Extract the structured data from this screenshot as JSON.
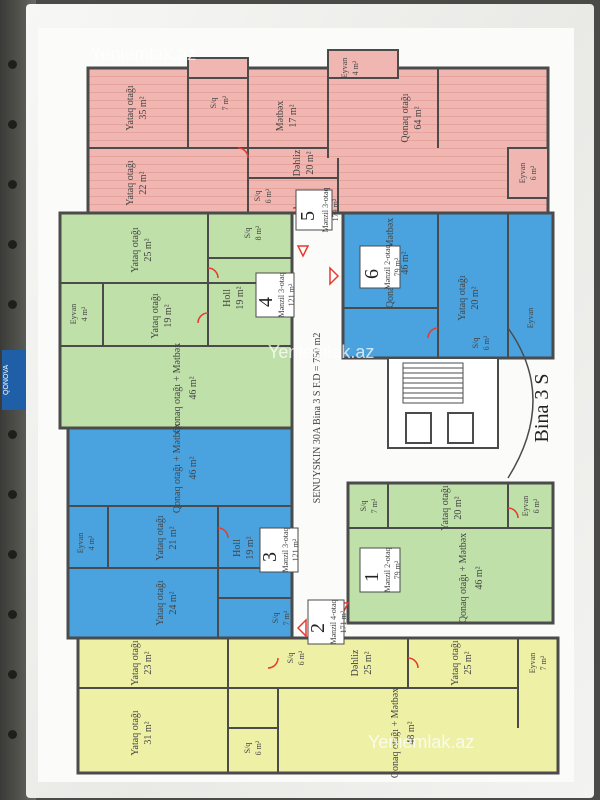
{
  "watermark": "Yeniemlak.az",
  "binder_tag": "QONOVA",
  "colors": {
    "pink": "#f0b7b2",
    "green": "#bfe0a8",
    "blue": "#4aa3df",
    "yellow": "#eef0a6",
    "wall": "#4b4b4b",
    "door": "#e53b2f"
  },
  "building": {
    "title": "Bina 3 S",
    "center_note": "SENUYSKIN 30A Bina 3 S F.D = 750 m2"
  },
  "apartments": {
    "a1": {
      "num": "1",
      "tag": "Mənzil 2-otaq",
      "area": "79 m²"
    },
    "a2": {
      "num": "2",
      "tag": "Mənzil 4-otaq",
      "area": "171 m²"
    },
    "a3": {
      "num": "3",
      "tag": "Mənzil 3-otaq",
      "area": "121 m²"
    },
    "a4": {
      "num": "4",
      "tag": "Mənzil 3-otaq",
      "area": "121 m²"
    },
    "a5": {
      "num": "5",
      "tag": "Mənzil 3-otaq",
      "area": "179 m²"
    },
    "a6": {
      "num": "6",
      "tag": "Mənzil 2-otaq",
      "area": "79 m²"
    }
  },
  "rooms": {
    "p_eyvan": {
      "name": "Eyvan",
      "area": "4 m²"
    },
    "p_sq": {
      "name": "S/q",
      "area": "7 m²"
    },
    "p_yataq35": {
      "name": "Yataq otağı",
      "area": "35 m²"
    },
    "p_metbex": {
      "name": "Mətbəx",
      "area": "17 m²"
    },
    "p_qonaq": {
      "name": "Qonaq otağı",
      "area": "64 m²"
    },
    "p_dehliz": {
      "name": "Dəhliz",
      "area": "20 m²"
    },
    "p_yataq22": {
      "name": "Yataq otağı",
      "area": "22 m²"
    },
    "p_sq6": {
      "name": "S/q",
      "area": "6 m²"
    },
    "p_eyvan6": {
      "name": "Eyvan",
      "area": "6 m²"
    },
    "g4_yataq25": {
      "name": "Yataq otağı",
      "area": "25 m²"
    },
    "g4_sq": {
      "name": "S/q",
      "area": "8 m²"
    },
    "g4_eyvan": {
      "name": "Eyvan",
      "area": "4 m²"
    },
    "g4_yataq19": {
      "name": "Yataq otağı",
      "area": "19 m²"
    },
    "g4_holl": {
      "name": "Holl",
      "area": "19 m²"
    },
    "g4_qonaq": {
      "name": "Qonaq otağı + Mətbəx",
      "area": "46 m²"
    },
    "b6_qonaq": {
      "name": "Qonaq otağı + Mətbəx",
      "area": "46 m²"
    },
    "b6_yataq": {
      "name": "Yataq otağı",
      "area": "20 m²"
    },
    "b6_sq": {
      "name": "S/q",
      "area": "6 m²"
    },
    "b6_eyvan": {
      "name": "Eyvan",
      "area": ""
    },
    "b3_qonaq": {
      "name": "Qonaq otağı + Mətbəx",
      "area": "46 m²"
    },
    "b3_eyvan": {
      "name": "Eyvan",
      "area": "4 m²"
    },
    "b3_yataq21": {
      "name": "Yataq otağı",
      "area": "21 m²"
    },
    "b3_holl": {
      "name": "Holl",
      "area": "19 m²"
    },
    "b3_yataq24": {
      "name": "Yataq otağı",
      "area": "24 m²"
    },
    "b3_sq": {
      "name": "S/q",
      "area": "7 m²"
    },
    "g1_sq": {
      "name": "S/q",
      "area": "7 m²"
    },
    "g1_yataq": {
      "name": "Yataq otağı",
      "area": "20 m²"
    },
    "g1_eyvan": {
      "name": "Eyvan",
      "area": "6 m²"
    },
    "g1_qonaq": {
      "name": "Qonaq otağı + Mətbəx",
      "area": "46 m²"
    },
    "y2_sq6": {
      "name": "S/q",
      "area": "6 m²"
    },
    "y2_dehliz": {
      "name": "Dəhliz",
      "area": "25 m²"
    },
    "y2_yataq25": {
      "name": "Yataq otağı",
      "area": "25 m²"
    },
    "y2_eyvan": {
      "name": "Eyvan",
      "area": "7 m²"
    },
    "y2_yataq23": {
      "name": "Yataq otağı",
      "area": "23 m²"
    },
    "y2_qonaq": {
      "name": "Qonaq otağı + Mətbəx",
      "area": "48 m²"
    },
    "y2_yataq31": {
      "name": "Yataq otağı",
      "area": "31 m²"
    },
    "y2_sq6b": {
      "name": "S/q",
      "area": "6 m²"
    }
  }
}
